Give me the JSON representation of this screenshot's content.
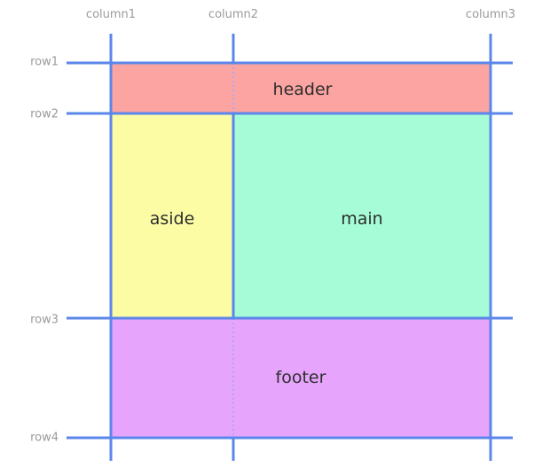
{
  "colors": {
    "line": "#5b87ea",
    "dotted_line": "#a9a8f5",
    "label": "#9a9a9a",
    "header": "#fca4a1",
    "aside": "#fbfca4",
    "main": "#a5fcd6",
    "footer": "#e7a4fc"
  },
  "columns": [
    "column1",
    "column2",
    "column3"
  ],
  "rows": [
    "row1",
    "row2",
    "row3",
    "row4"
  ],
  "areas": {
    "header": "header",
    "aside": "aside",
    "main": "main",
    "footer": "footer"
  }
}
